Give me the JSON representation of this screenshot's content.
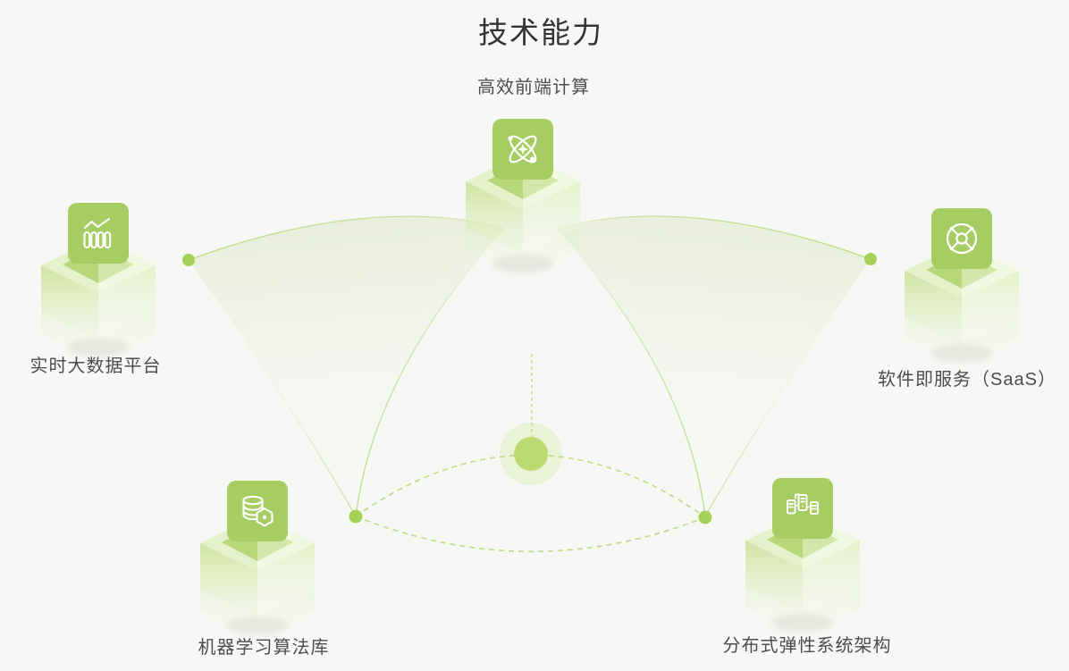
{
  "title": "技术能力",
  "nodes": [
    {
      "id": "frontend-computing",
      "label": "高效前端计算",
      "icon": "atom-icon"
    },
    {
      "id": "realtime-bigdata",
      "label": "实时大数据平台",
      "icon": "bar-chart-icon"
    },
    {
      "id": "saas",
      "label": "软件即服务（SaaS）",
      "icon": "lifebuoy-icon"
    },
    {
      "id": "ml-algorithms",
      "label": "机器学习算法库",
      "icon": "database-icon"
    },
    {
      "id": "distributed-architecture",
      "label": "分布式弹性系统架构",
      "icon": "server-cluster-icon"
    }
  ],
  "hub": {
    "shape": "circle",
    "connected_nodes": 5
  },
  "colors": {
    "background": "#f7f8f5",
    "title_text": "#333333",
    "label_text": "#4d4d4d",
    "card_green": "#a6cd61",
    "dot_green": "#a6d158",
    "hub_green": "#bcda72",
    "hub_halo": "#e9f2d6",
    "line_green": "#b7d97c",
    "sail_fill": "#dfe8c9"
  }
}
